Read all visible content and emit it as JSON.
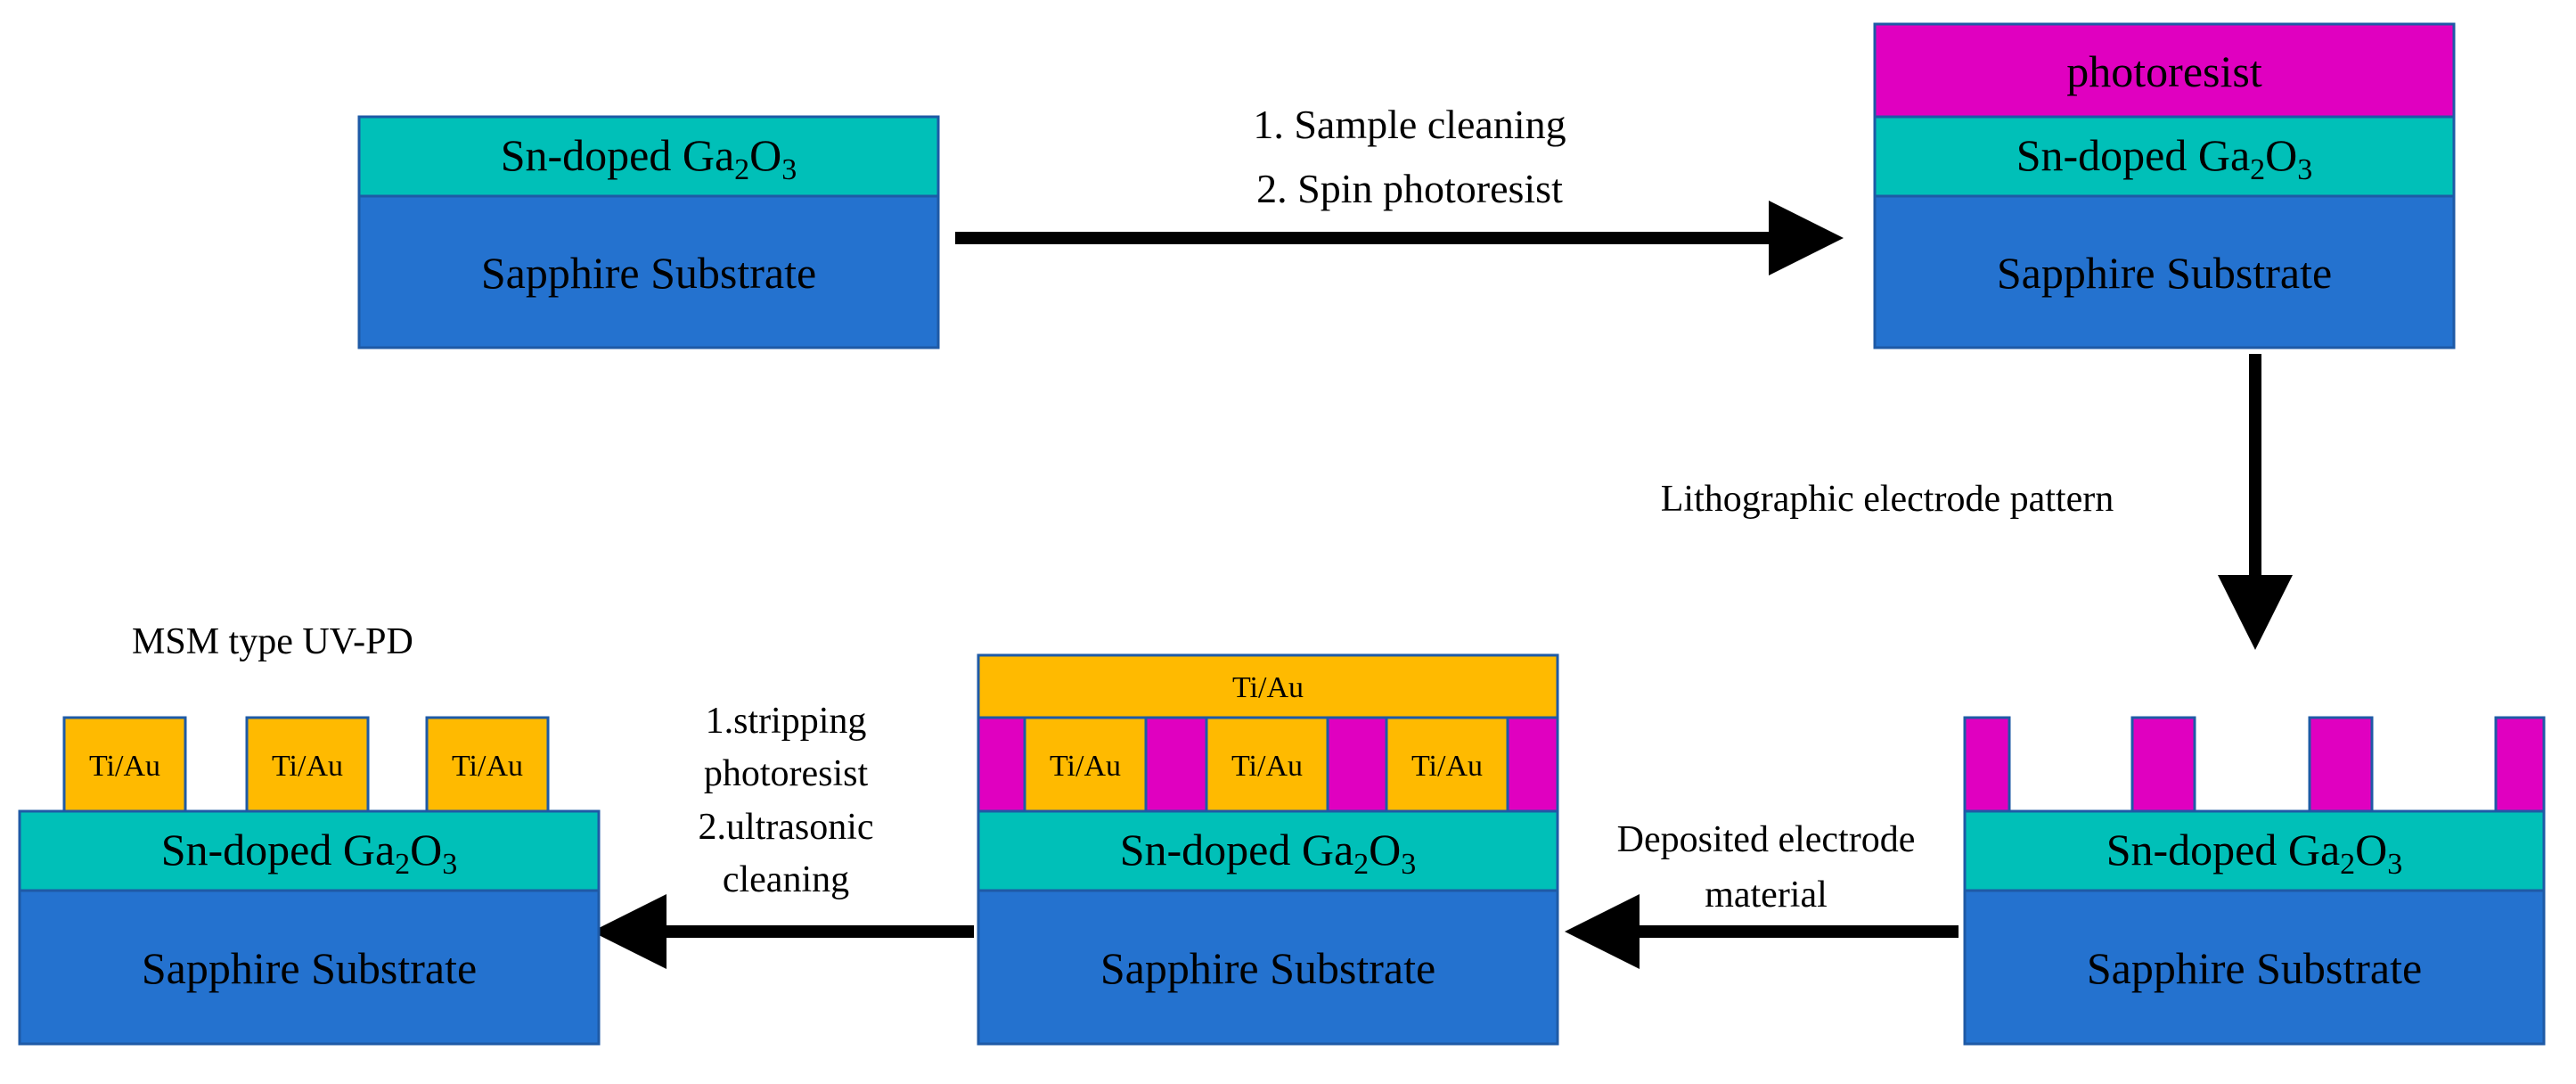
{
  "colors": {
    "sapphire": "#2472CF",
    "ga2o3": "#00C0B8",
    "photoresist": "#E000C0",
    "electrode": "#FFBA00",
    "border": "#1E5AA6",
    "arrow": "#000000"
  },
  "layers": {
    "sapphire": "Sapphire Substrate",
    "ga2o3_prefix": "Sn-doped Ga",
    "ga2o3_sub1": "2",
    "ga2o3_mid": "O",
    "ga2o3_sub2": "3",
    "photoresist": "photoresist",
    "electrode": "Ti/Au"
  },
  "steps": {
    "step1_line1": "1. Sample cleaning",
    "step1_line2": "2. Spin photoresist",
    "step2": "Lithographic electrode pattern",
    "step3_line1": "Deposited electrode",
    "step3_line2": "material",
    "step4_line1": "1.stripping",
    "step4_line2": "photoresist",
    "step4_line3": "2.ultrasonic",
    "step4_line4": "cleaning"
  },
  "result_title": "MSM type UV-PD"
}
